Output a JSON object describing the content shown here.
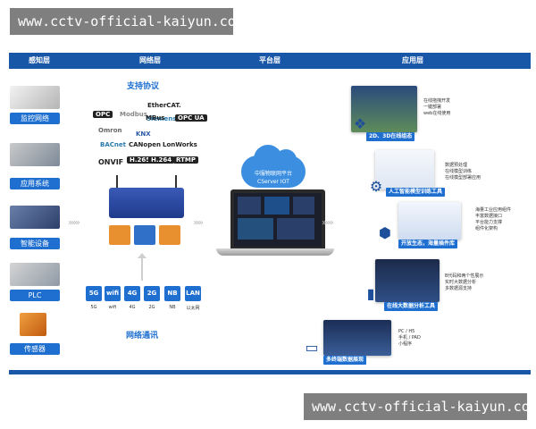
{
  "watermark": "www.cctv-official-kaiyun.com",
  "layers": [
    "感知层",
    "网络层",
    "平台层",
    "应用层"
  ],
  "devices": [
    "监控网络",
    "应用系统",
    "智能设备",
    "PLC",
    "传感器"
  ],
  "network": {
    "protocols_title": "支持协议",
    "protocols": [
      "OPC",
      "Modbus",
      "EtherCAT.",
      "Siemens",
      "Omron",
      "MBus",
      "OPC UA",
      "KNX",
      "BACnet",
      "CANopen",
      "LonWorks",
      "ONVIF",
      "H.265",
      "H.264",
      "RTMP"
    ],
    "comm_title": "网络通讯",
    "comm_items": [
      {
        "icon": "5G",
        "label": "5G"
      },
      {
        "icon": "wifi",
        "label": "wifi"
      },
      {
        "icon": "4G",
        "label": "4G"
      },
      {
        "icon": "2G",
        "label": "2G"
      },
      {
        "icon": "NB",
        "label": "NB"
      },
      {
        "icon": "LAN",
        "label": "以太网"
      }
    ]
  },
  "platform": {
    "line1": "中服物联网平台",
    "line2": "CServer IOT"
  },
  "apps": [
    {
      "title": "2D、3D在线组态",
      "desc": [
        "在线拖拽开发",
        "一键部署",
        "web在线使用"
      ]
    },
    {
      "title": "人工智能模型训练工具",
      "desc": [
        "数据预处理",
        "在线模型训练",
        "在线模型部署应用"
      ]
    },
    {
      "title": "开放生态，海量插件库",
      "desc": [
        "海量工业应用组件",
        "丰富数据接口",
        "平台能力支撑",
        "组件化架构"
      ]
    },
    {
      "title": "在线大数据分析工具",
      "desc": [
        "B代码和两个性展示",
        "实时大数据分析",
        "多数据源支持"
      ]
    },
    {
      "title": "多终端数据展现",
      "desc": [
        "PC / H5",
        "手机 / PAD",
        "小程序"
      ]
    }
  ],
  "colors": {
    "brand_blue": "#1857a8",
    "label_blue": "#1e6fd0",
    "cloud_blue": "#3c8fe0",
    "watermark_gray": "#7f7f7f"
  }
}
